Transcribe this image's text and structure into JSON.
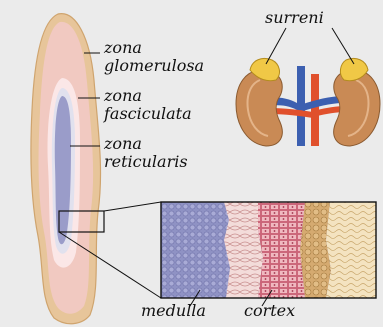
{
  "labels": {
    "zona_glomerulosa_line1": "zona",
    "zona_glomerulosa_line2": "glomerulosa",
    "zona_fasciculata_line1": "zona",
    "zona_fasciculata_line2": "fasciculata",
    "zona_reticularis_line1": "zona",
    "zona_reticularis_line2": "reticularis",
    "surreni": "surreni",
    "medulla": "medulla",
    "cortex": "cortex"
  },
  "colors": {
    "background": "#ebebeb",
    "capsule": "#e8c9a0",
    "glomerulosa": "#f2c7c2",
    "fasciculata": "#f7dede",
    "reticularis": "#e4e4ef",
    "medulla": "#9c9cc8",
    "kidney": "#c98a55",
    "adrenal": "#f0c846",
    "artery": "#e0502c",
    "vein": "#3c5fb0"
  }
}
